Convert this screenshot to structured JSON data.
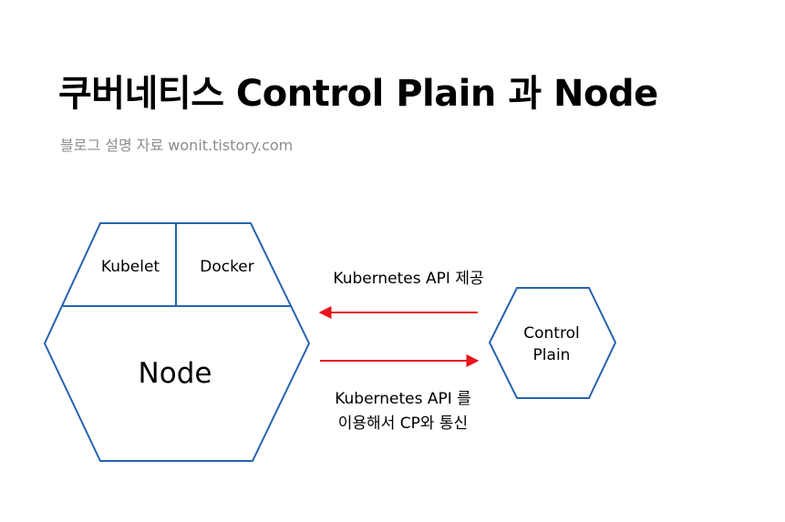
{
  "header": {
    "title": "쿠버네티스 Control Plain 과 Node",
    "subtitle": "블로그 설명 자료 wonit.tistory.com"
  },
  "diagram": {
    "node": {
      "label": "Node",
      "components": [
        "Kubelet",
        "Docker"
      ]
    },
    "control_plane": {
      "label_line1": "Control",
      "label_line2": "Plain"
    },
    "arrow_to_node": {
      "label": "Kubernetes API 제공"
    },
    "arrow_to_control_plane": {
      "label_line1": "Kubernetes API 를",
      "label_line2": "이용해서 CP와 통신"
    },
    "colors": {
      "shape_stroke": "#2563b0",
      "arrow": "#e8141a",
      "text": "#000000",
      "subtitle": "#8c8c8c"
    }
  }
}
